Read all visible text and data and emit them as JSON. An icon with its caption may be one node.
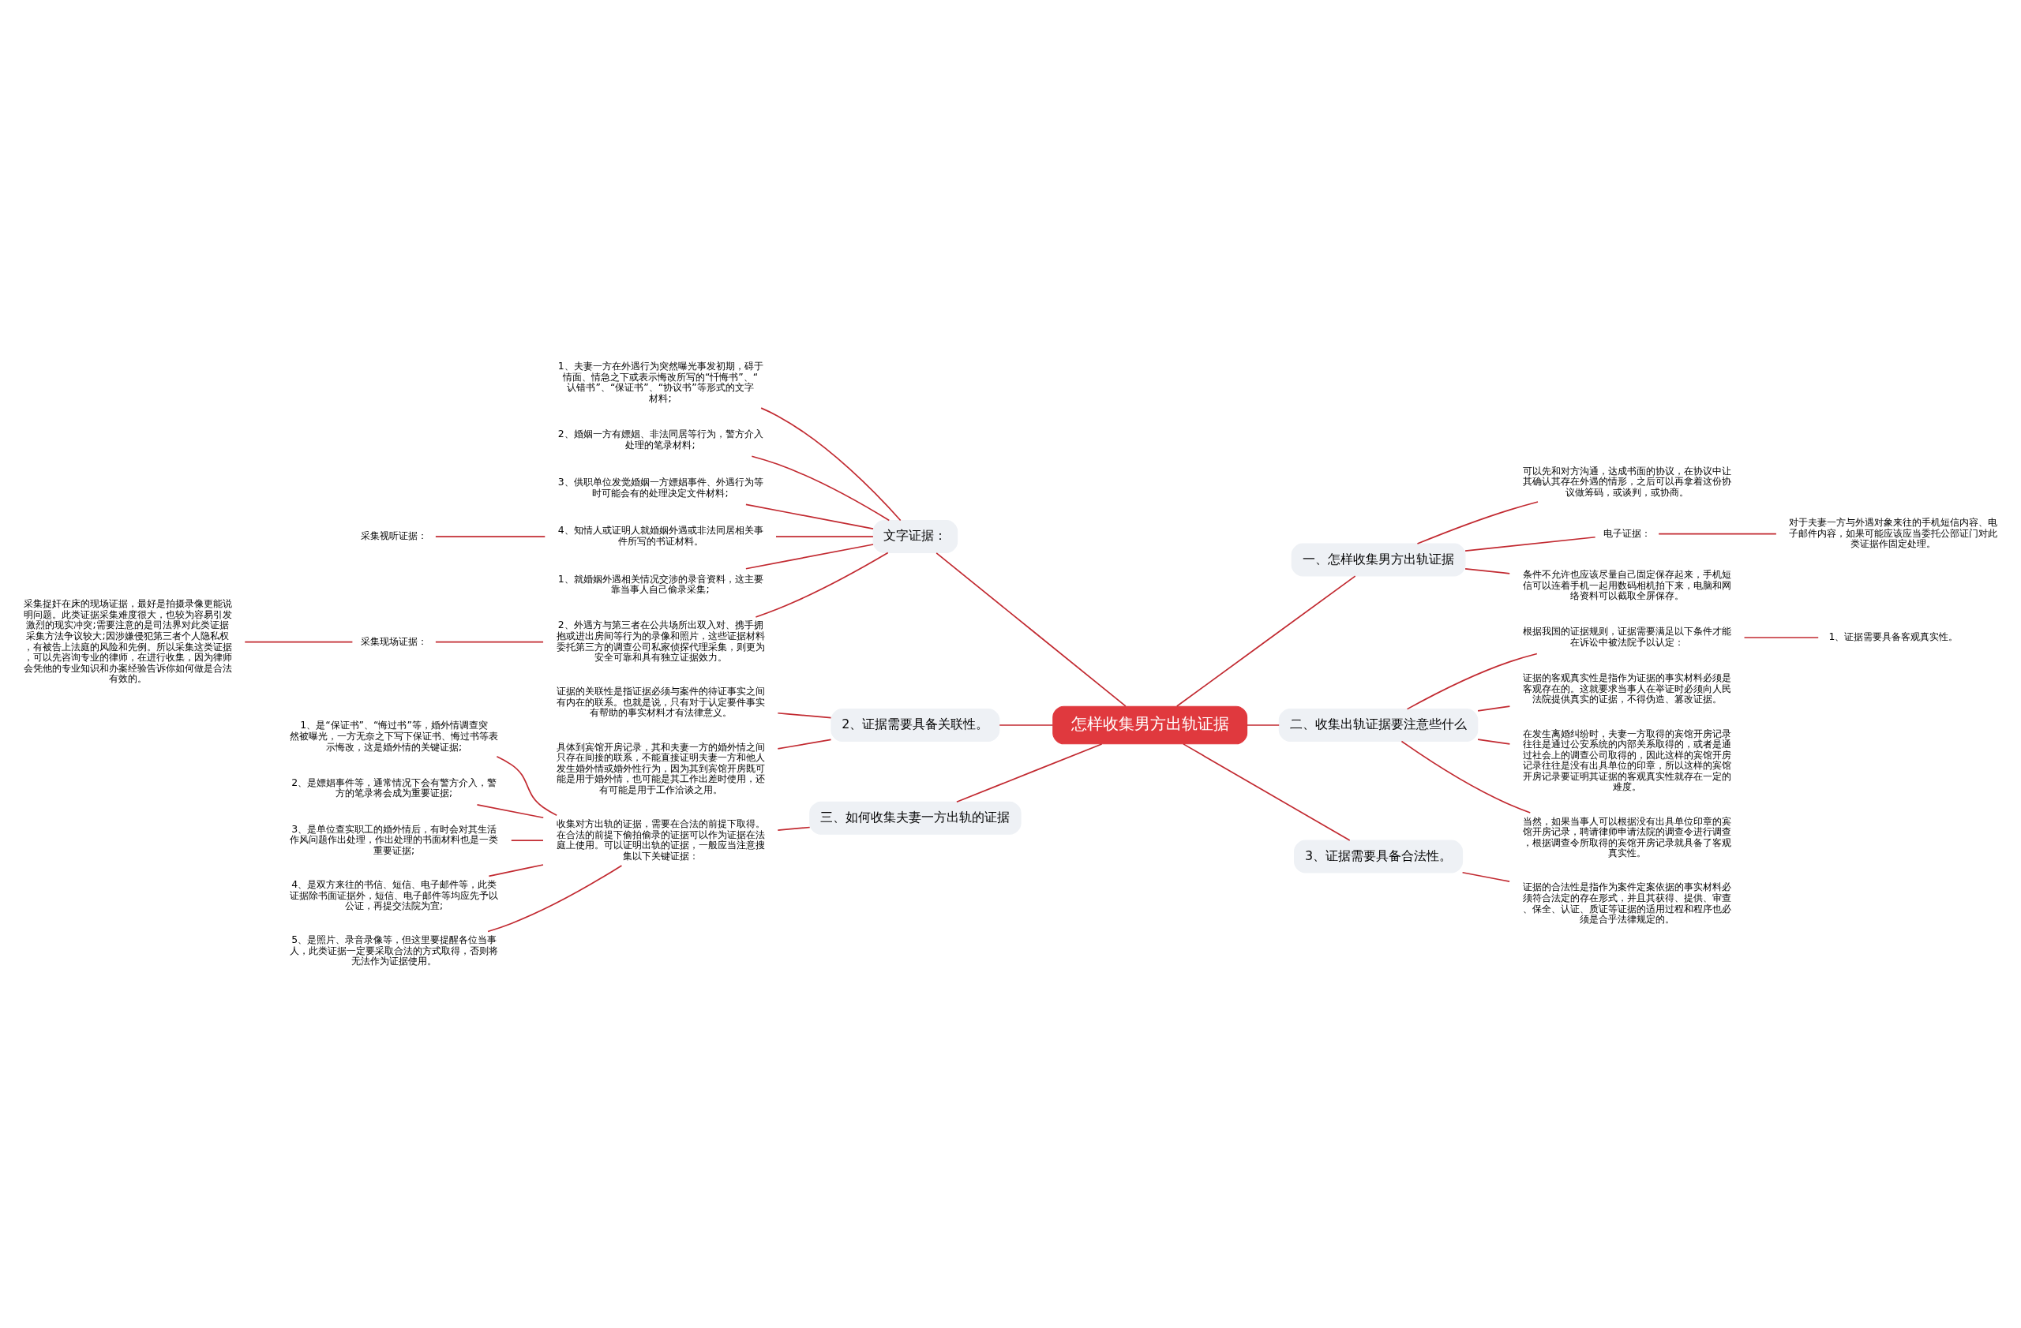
{
  "diagram": {
    "nodes": [
      {
        "text": [
          "怎样收集男方出轨证据"
        ]
      },
      {
        "text": [
          "文字证据："
        ]
      },
      {
        "text": [
          "1、夫妻一方在外遇行为突然曝光事发初期，碍于情面、情急之下或表示悔改所写的“忏悔书”、“认错书”、“保证书”、“协议书”等形式的文字材料;"
        ]
      },
      {
        "text": [
          "2、婚姻一方有嫖娼、非法同居等行为，警方介入处理的笔录材料;"
        ]
      },
      {
        "text": [
          "3、供职单位发觉婚姻一方嫖娼事件、外遇行为等时可能会有的处理决定文件材料;"
        ]
      },
      {
        "text": [
          "4、知情人或证明人就婚姻外遇或非法同居相关事件所写的书证材料。"
        ]
      },
      {
        "text": [
          "采集视听证据："
        ]
      },
      {
        "text": [
          "1、就婚姻外遇相关情况交涉的录音资料，这主要靠当事人自己偷录采集;"
        ]
      },
      {
        "text": [
          "2、外遇方与第三者在公共场所出双入对、携手拥抱或进出房间等行为的录像和照片，这些证据材料委托第三方的调查公司私家侦探代理采集，则更为安全可靠和具有独立证据效力。"
        ]
      },
      {
        "text": [
          "采集现场证据："
        ]
      },
      {
        "text": [
          "采集捉奸在床的现场证据，最好是拍摄录像更能说明问题。此类证据采集难度很大，也较为容易引发激烈的现实冲突;需要注意的是司法界对此类证据采集方法争议较大;因涉嫌侵犯第三者个人隐私权，有被告上法庭的风险和先例。所以采集这类证据，可以先咨询专业的律师，在进行收集，因为律师会凭他的专业知识和办案经验告诉你如何做是合法有效的。"
        ]
      },
      {
        "text": [
          "2、证据需要具备关联性。"
        ]
      },
      {
        "text": [
          "证据的关联性是指证据必须与案件的待证事实之间有内在的联系。也就是说，只有对于认定要件事实有帮助的事实材料才有法律意义。"
        ]
      },
      {
        "text": [
          "具体到宾馆开房记录，其和夫妻一方的婚外情之间只存在间接的联系，不能直接证明夫妻一方和他人发生婚外情或婚外性行为，因为其到宾馆开房既可能是用于婚外情，也可能是其工作出差时使用，还有可能是用于工作洽谈之用。"
        ]
      },
      {
        "text": [
          "三、如何收集夫妻一方出轨的证据"
        ]
      },
      {
        "text": [
          "收集对方出轨的证据，需要在合法的前提下取得。在合法的前提下偷拍偷录的证据可以作为证据在法庭上使用。可以证明出轨的证据，一般应当注意搜集以下关键证据："
        ]
      },
      {
        "text": [
          "1、是“保证书”、“悔过书”等，婚外情调查突然被曝光，一方无奈之下写下保证书、悔过书等表示悔改，这是婚外情的关键证据;"
        ]
      },
      {
        "text": [
          "2、是嫖娼事件等，通常情况下会有警方介入，警方的笔录将会成为重要证据;"
        ]
      },
      {
        "text": [
          "3、是单位查实职工的婚外情后，有时会对其生活作风问题作出处理，作出处理的书面材料也是一类重要证据;"
        ]
      },
      {
        "text": [
          "4、是双方来往的书信、短信、电子邮件等，此类证据除书面证据外，短信、电子邮件等均应先予以公证，再提交法院为宜;"
        ]
      },
      {
        "text": [
          "5、是照片、录音录像等，但这里要提醒各位当事人，此类证据一定要采取合法的方式取得，否则将无法作为证据使用。"
        ]
      },
      {
        "text": [
          "一、怎样收集男方出轨证据"
        ]
      },
      {
        "text": [
          "可以先和对方沟通，达成书面的协议，在协议中让其确认其存在外遇的情形，之后可以再拿着这份协议做筹码，或谈判，或协商。"
        ]
      },
      {
        "text": [
          "电子证据："
        ]
      },
      {
        "text": [
          "对于夫妻一方与外遇对象来往的手机短信内容、电子邮件内容，如果可能应该应当委托公部证门对此类证据作固定处理。"
        ]
      },
      {
        "text": [
          "条件不允许也应该尽量自己固定保存起来，手机短信可以连着手机一起用数码相机拍下来，电脑和网络资料可以截取全屏保存。"
        ]
      },
      {
        "text": [
          "二、收集出轨证据要注意些什么"
        ]
      },
      {
        "text": [
          "根据我国的证据规则，证据需要满足以下条件才能在诉讼中被法院予以认定："
        ]
      },
      {
        "text": [
          "1、证据需要具备客观真实性。"
        ]
      },
      {
        "text": [
          "证据的客观真实性是指作为证据的事实材料必须是客观存在的。这就要求当事人在举证时必须向人民法院提供真实的证据，不得伪造、篡改证据。"
        ]
      },
      {
        "text": [
          "在发生离婚纠纷时，夫妻一方取得的宾馆开房记录往往是通过公安系统的内部关系取得的，或者是通过社会上的调查公司取得的，因此这样的宾馆开房记录往往是没有出具单位的印章，所以这样的宾馆开房记录要证明其证据的客观真实性就存在一定的难度。"
        ]
      },
      {
        "text": [
          "当然，如果当事人可以根据没有出具单位印章的宾馆开房记录，聘请律师申请法院的调查令进行调查，根据调查令所取得的宾馆开房记录就具备了客观真实性。"
        ]
      },
      {
        "text": [
          "3、证据需要具备合法性。"
        ]
      },
      {
        "text": [
          "证据的合法性是指作为案件定案依据的事实材料必须符合法定的存在形式，并且其获得、提供、审查、保全、认证、质证等证据的适用过程和程序也必须是合乎法律规定的。"
        ]
      }
    ],
    "edges": [
      {
        "from": 0,
        "to": 1,
        "arrow": "none"
      },
      {
        "from": 1,
        "to": 2,
        "arrow": "none"
      },
      {
        "from": 1,
        "to": 3,
        "arrow": "none"
      },
      {
        "from": 1,
        "to": 4,
        "arrow": "none"
      },
      {
        "from": 1,
        "to": 5,
        "arrow": "none"
      },
      {
        "from": 5,
        "to": 6,
        "arrow": "none"
      },
      {
        "from": 1,
        "to": 7,
        "arrow": "none"
      },
      {
        "from": 1,
        "to": 8,
        "arrow": "none"
      },
      {
        "from": 8,
        "to": 9,
        "arrow": "none"
      },
      {
        "from": 9,
        "to": 10,
        "arrow": "none"
      },
      {
        "from": 0,
        "to": 11,
        "arrow": "none"
      },
      {
        "from": 11,
        "to": 12,
        "arrow": "none"
      },
      {
        "from": 11,
        "to": 13,
        "arrow": "none"
      },
      {
        "from": 0,
        "to": 14,
        "arrow": "none"
      },
      {
        "from": 14,
        "to": 15,
        "arrow": "none"
      },
      {
        "from": 15,
        "to": 16,
        "arrow": "none"
      },
      {
        "from": 15,
        "to": 17,
        "arrow": "none"
      },
      {
        "from": 15,
        "to": 18,
        "arrow": "none"
      },
      {
        "from": 15,
        "to": 19,
        "arrow": "none"
      },
      {
        "from": 15,
        "to": 20,
        "arrow": "none"
      },
      {
        "from": 0,
        "to": 21,
        "arrow": "none"
      },
      {
        "from": 21,
        "to": 22,
        "arrow": "none"
      },
      {
        "from": 21,
        "to": 23,
        "arrow": "none"
      },
      {
        "from": 23,
        "to": 24,
        "arrow": "none"
      },
      {
        "from": 21,
        "to": 25,
        "arrow": "none"
      },
      {
        "from": 0,
        "to": 26,
        "arrow": "none"
      },
      {
        "from": 26,
        "to": 27,
        "arrow": "none"
      },
      {
        "from": 27,
        "to": 28,
        "arrow": "none"
      },
      {
        "from": 26,
        "to": 29,
        "arrow": "none"
      },
      {
        "from": 26,
        "to": 30,
        "arrow": "none"
      },
      {
        "from": 26,
        "to": 31,
        "arrow": "none"
      },
      {
        "from": 0,
        "to": 32,
        "arrow": "none"
      },
      {
        "from": 32,
        "to": 33,
        "arrow": "none"
      }
    ]
  }
}
